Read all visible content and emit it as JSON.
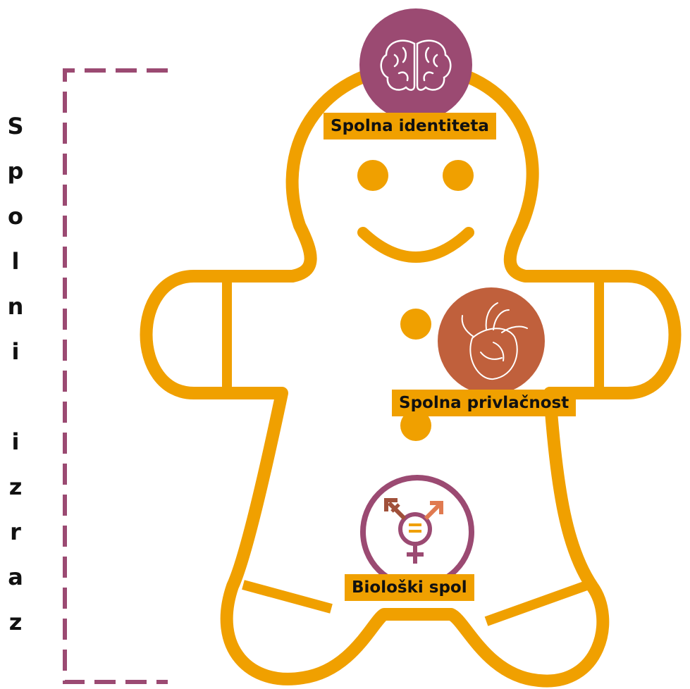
{
  "side_title": [
    "S",
    "p",
    "o",
    "l",
    "n",
    "i",
    "",
    "i",
    "z",
    "r",
    "a",
    "z"
  ],
  "labels": {
    "identity": "Spolna identiteta",
    "attraction": "Spolna privlačnost",
    "biological_sex": "Biološki spol"
  },
  "icons": {
    "brain": "brain-icon",
    "heart": "anatomical-heart-icon",
    "gender": "transgender-symbol-icon"
  },
  "colors": {
    "body_outline": "#f0a000",
    "bracket": "#9b4a72",
    "brain_circle": "#9b4a72",
    "heart_circle": "#c0603c",
    "gender_ring": "#9b4a72",
    "label_bg": "#f0a000"
  }
}
